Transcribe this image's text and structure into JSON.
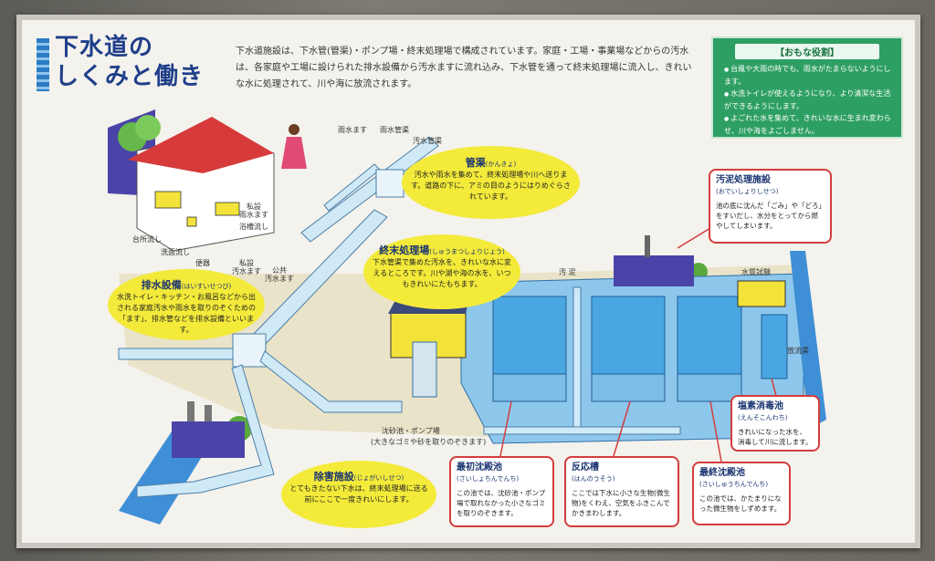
{
  "title": {
    "line1": "下水道の",
    "line2": "しくみと働き"
  },
  "intro": "下水道施設は、下水管(管渠)・ポンプ場・終末処理場で構成されています。家庭・工場・事業場などからの汚水は、各家庭や工場に設けられた排水設備から汚水ますに流れ込み、下水管を通って終末処理場に流入し、きれいな水に処理されて、川や海に放流されます。",
  "roles": {
    "heading": "【おもな役割】",
    "items": [
      "台風や大雨の時でも、雨水がたまらないようにします。",
      "水洗トイレが使えるようになり、より清潔な生活ができるようにします。",
      "よごれた水を集めて、きれいな水に生まれ変わらせ、川や海をよごしません。"
    ]
  },
  "bubbles": {
    "kankyo": {
      "title": "管渠",
      "reading": "(かんきょ)",
      "text": "汚水や雨水を集めて、終末処理場や川へ送ります。道路の下に、アミの目のようにはりめぐらされています。"
    },
    "shumatsu": {
      "title": "終末処理場",
      "reading": "(しゅうまつしょりじょう)",
      "text": "下水管渠で集めた汚水を、きれいな水に変えるところです。川や湖や海の水を、いつもきれいにたもちます。"
    },
    "haisui": {
      "title": "排水設備",
      "reading": "(はいすいせつび)",
      "text": "水洗トイレ・キッチン・お風呂などから出される家庭汚水や雨水を取りのぞくための「ます」、排水管などを排水設備といいます。"
    },
    "jogai": {
      "title": "除害施設",
      "reading": "(じょがいしせつ)",
      "text": "とてもきたない下水は、終末処理場に送る前にここで一度きれいにします。"
    }
  },
  "boxes": {
    "odei": {
      "title": "汚泥処理施設",
      "reading": "(おでいしょりしせつ)",
      "text": "池の底に沈んだ「ごみ」や「どろ」をすいだし、水分をとってから燃やしてしまいます。"
    },
    "saisho": {
      "title": "最初沈殿池",
      "reading": "(さいしょちんでんち)",
      "text": "この池では、沈砂池・ポンプ場で取れなかった小さなゴミを取りのぞきます。"
    },
    "hanno": {
      "title": "反応槽",
      "reading": "(はんのうそう)",
      "text": "ここでは下水に小さな生物(微生物)をくわえ、空気をふきこんでかきまわします。"
    },
    "saishu": {
      "title": "最終沈殿池",
      "reading": "(さいしゅうちんでんち)",
      "text": "この池では、かたまりになった微生物をしずめます。"
    },
    "ensou": {
      "title": "塩素消毒池",
      "reading": "(えんそこんわち)",
      "text": "きれいになった水を、消毒して川に流します。"
    }
  },
  "labels": {
    "usui_masu": "雨水ます",
    "usui_kankyo": "雨水管渠",
    "osui_kankyo": "汚水管渠",
    "daidokoro": "台所流し",
    "senmen": "洗面流し",
    "benki": "便器",
    "shisetsu_usui": "私設\n雨水ます",
    "yokusou": "浴槽流し",
    "shisetsu_osui": "私設\n汚水ます",
    "kokyo_osui": "公共\n汚水ます",
    "odei": "汚 泥",
    "suishitsu": "水質試験",
    "houryu": "放流渠",
    "chinsa": "沈砂池・ポンプ場",
    "chinsa_note": "(大きなゴミや砂を取りのぞきます)"
  },
  "colors": {
    "water": "#4aa6e0",
    "pipe": "#cfe9f7",
    "bubble": "#f3ea3a",
    "accent_red": "#d33d3d",
    "role_green": "#2e9f63"
  }
}
